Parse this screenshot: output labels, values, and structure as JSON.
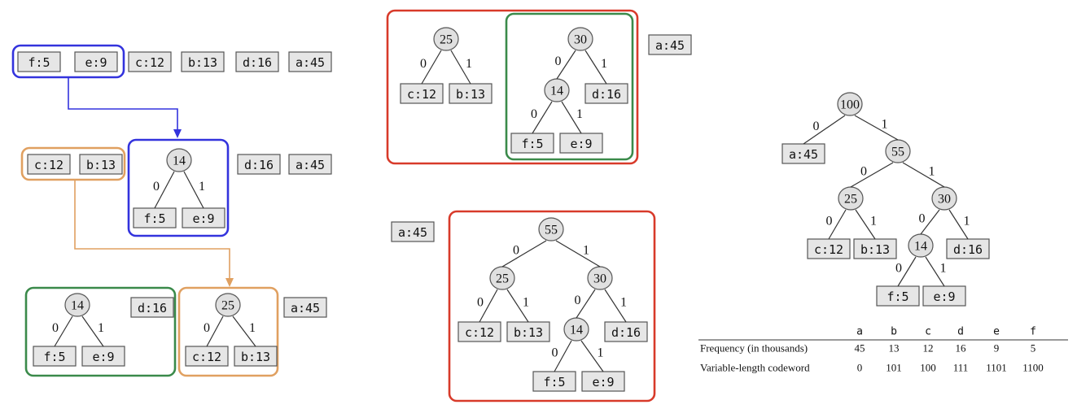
{
  "colors": {
    "blue": "#3333dd",
    "orange": "#e0a060",
    "green": "#3a8a4a",
    "red": "#d83a2a"
  },
  "symbols": {
    "f": "f:5",
    "e": "e:9",
    "c": "c:12",
    "b": "b:13",
    "d": "d:16",
    "a": "a:45"
  },
  "nodes": {
    "n14": "14",
    "n25": "25",
    "n30": "30",
    "n55": "55",
    "n100": "100"
  },
  "bits": {
    "zero": "0",
    "one": "1"
  },
  "table": {
    "headers": [
      "a",
      "b",
      "c",
      "d",
      "e",
      "f"
    ],
    "rows": [
      {
        "label": "Frequency (in thousands)",
        "values": [
          "45",
          "13",
          "12",
          "16",
          "9",
          "5"
        ]
      },
      {
        "label": "Variable-length codeword",
        "values": [
          "0",
          "101",
          "100",
          "111",
          "1101",
          "1100"
        ]
      }
    ]
  }
}
